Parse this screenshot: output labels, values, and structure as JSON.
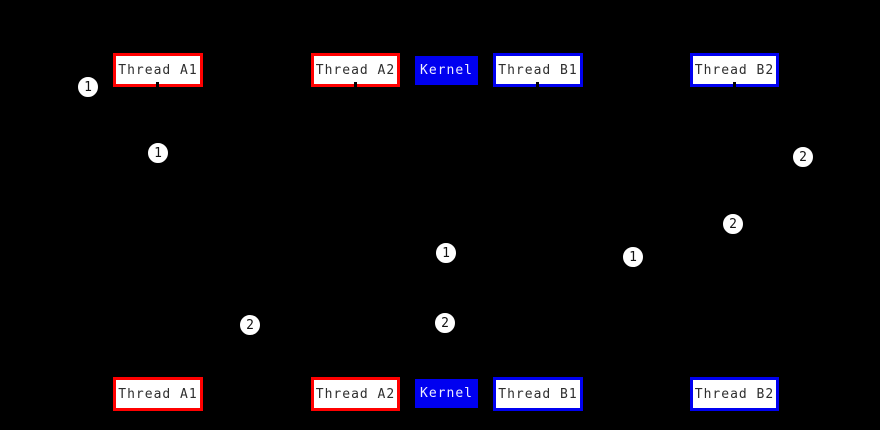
{
  "participants": [
    {
      "label": "Thread A1",
      "style": "red-outline"
    },
    {
      "label": "Thread A2",
      "style": "red-outline"
    },
    {
      "label": "Kernel",
      "style": "blue-solid"
    },
    {
      "label": "Thread B1",
      "style": "blue-outline"
    },
    {
      "label": "Thread B2",
      "style": "blue-outline"
    }
  ],
  "badges": [
    {
      "label": "1"
    },
    {
      "label": "1"
    },
    {
      "label": "2"
    },
    {
      "label": "2"
    },
    {
      "label": "1"
    },
    {
      "label": "1"
    },
    {
      "label": "2"
    },
    {
      "label": "2"
    }
  ],
  "colors": {
    "background": "#000000",
    "thread_a_border": "#ff0000",
    "thread_b_border": "#0000f0",
    "kernel_background": "#0000f0",
    "box_background": "#ffffff",
    "box_text": "#2e2e2e",
    "kernel_text": "#eeeeff",
    "badge_background": "#ffffff",
    "badge_text": "#111111"
  }
}
